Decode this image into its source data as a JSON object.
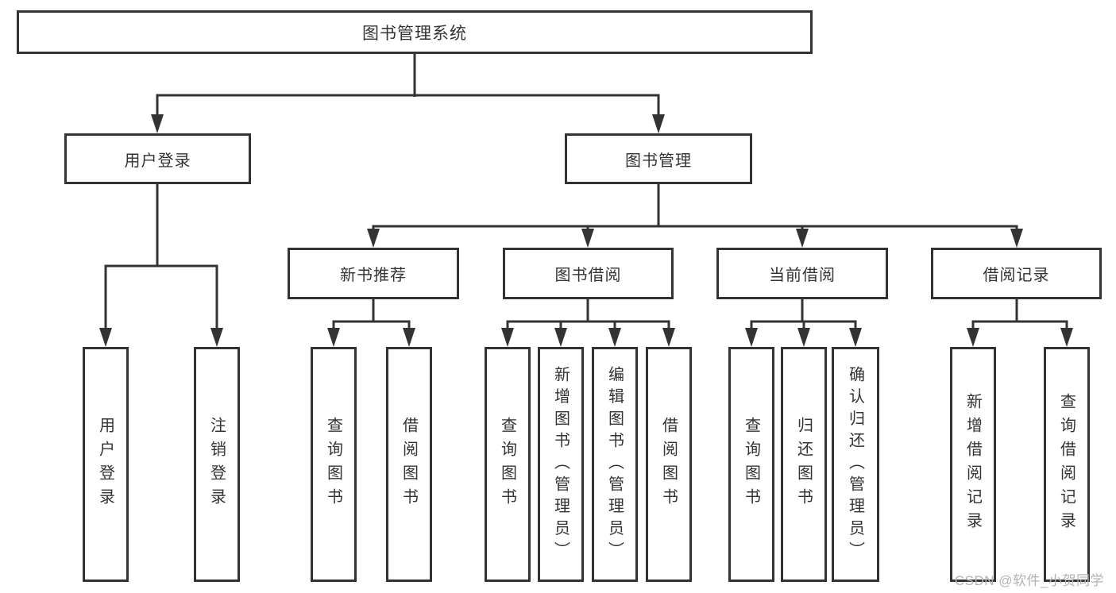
{
  "tree": {
    "root": {
      "label": "图书管理系统"
    },
    "user_login": {
      "label": "用户登录",
      "children": [
        {
          "label": "用户登录"
        },
        {
          "label": "注销登录"
        }
      ]
    },
    "book_management": {
      "label": "图书管理",
      "groups": [
        {
          "label": "新书推荐",
          "children": [
            {
              "label": "查询图书"
            },
            {
              "label": "借阅图书"
            }
          ]
        },
        {
          "label": "图书借阅",
          "children": [
            {
              "label": "查询图书"
            },
            {
              "label": "新增图书（管理员）"
            },
            {
              "label": "编辑图书（管理员）"
            },
            {
              "label": "借阅图书"
            }
          ]
        },
        {
          "label": "当前借阅",
          "children": [
            {
              "label": "查询图书"
            },
            {
              "label": "归还图书"
            },
            {
              "label": "确认归还（管理员）"
            }
          ]
        },
        {
          "label": "借阅记录",
          "children": [
            {
              "label": "新增借阅记录"
            },
            {
              "label": "查询借阅记录"
            }
          ]
        }
      ]
    }
  },
  "watermark": {
    "text": "CSDN @软件_小贺同学"
  },
  "colors": {
    "line": "#333333",
    "text": "#333333",
    "background": "#ffffff",
    "watermark": "#b3b3b3"
  }
}
